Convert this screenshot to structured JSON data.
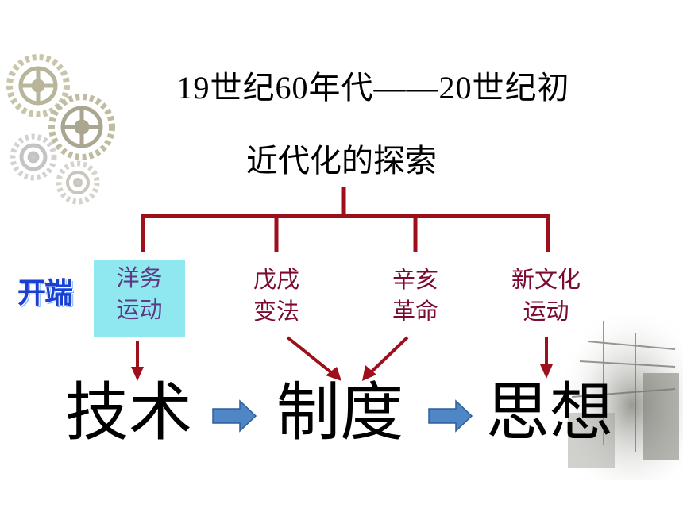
{
  "title": "19世纪60年代——20世纪初",
  "subtitle": "近代化的探索",
  "tag": "开端",
  "branches": [
    {
      "line1": "洋务",
      "line2": "运动"
    },
    {
      "line1": "戊戌",
      "line2": "变法"
    },
    {
      "line1": "辛亥",
      "line2": "革命"
    },
    {
      "line1": "新文化",
      "line2": "运动"
    }
  ],
  "stages": [
    "技术",
    "制度",
    "思想"
  ],
  "colors": {
    "connector": "#9e0f1c",
    "branch_text": "#7b0a2e",
    "highlight_bg": "#8fe8f0",
    "stage_arrow": "#4f86c6",
    "tag": "#1a3fd1"
  },
  "icons": [
    "gear-icon",
    "gear-icon",
    "gear-icon",
    "gear-icon",
    "old-street-photo"
  ]
}
